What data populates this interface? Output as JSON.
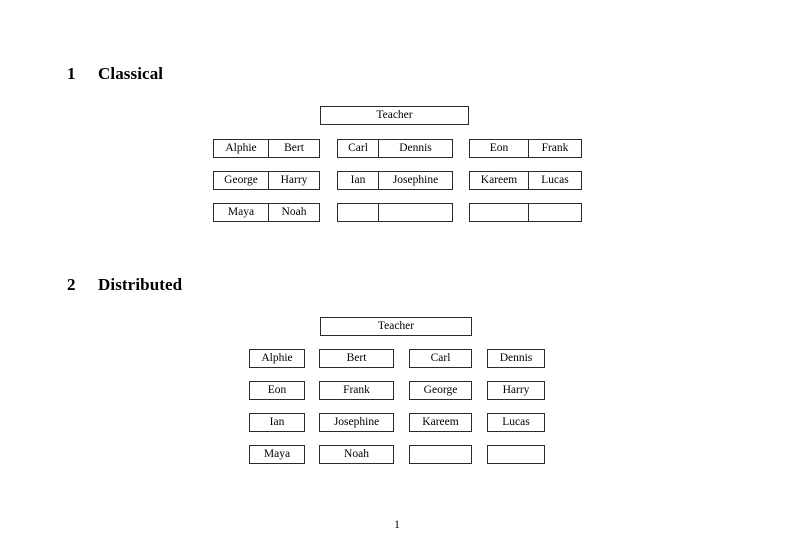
{
  "document": {
    "page_number": "1",
    "sections": [
      {
        "number": "1",
        "title": "Classical",
        "root_label": "Teacher",
        "layout": "grouped-pairs",
        "groups": [
          {
            "name": "group-a",
            "rows": [
              [
                "Alphie",
                "Bert"
              ],
              [
                "George",
                "Harry"
              ],
              [
                "Maya",
                "Noah"
              ]
            ]
          },
          {
            "name": "group-b",
            "rows": [
              [
                "Carl",
                "Dennis"
              ],
              [
                "Ian",
                "Josephine"
              ],
              [
                "",
                ""
              ]
            ]
          },
          {
            "name": "group-c",
            "rows": [
              [
                "Eon",
                "Frank"
              ],
              [
                "Kareem",
                "Lucas"
              ],
              [
                "",
                ""
              ]
            ]
          }
        ]
      },
      {
        "number": "2",
        "title": "Distributed",
        "root_label": "Teacher",
        "layout": "independent-boxes",
        "rows": [
          [
            "Alphie",
            "Bert",
            "Carl",
            "Dennis"
          ],
          [
            "Eon",
            "Frank",
            "George",
            "Harry"
          ],
          [
            "Ian",
            "Josephine",
            "Kareem",
            "Lucas"
          ],
          [
            "Maya",
            "Noah",
            "",
            ""
          ]
        ]
      }
    ]
  },
  "colors": {
    "page_background": "#ffffff",
    "text": "#000000",
    "border": "#2b2b2b"
  }
}
